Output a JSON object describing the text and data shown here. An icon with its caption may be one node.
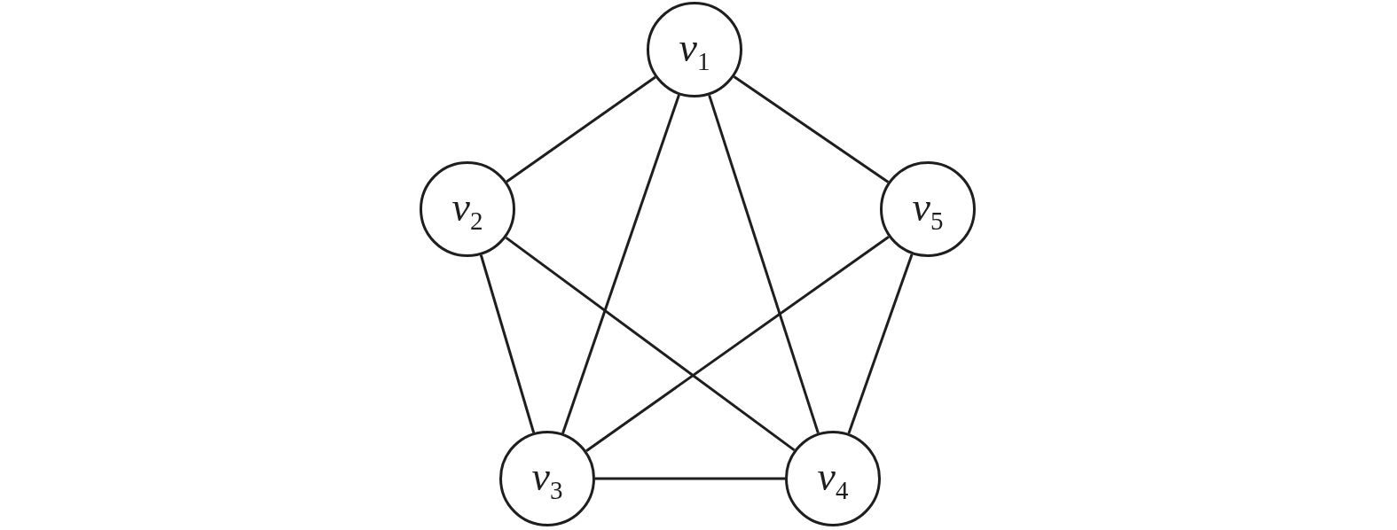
{
  "diagram": {
    "nodes": [
      {
        "text": [
          "*v*$_{1}$"
        ]
      },
      {
        "text": [
          "*v*$_{2}$"
        ]
      },
      {
        "text": [
          "*v*$_{5}$"
        ]
      },
      {
        "text": [
          "*v*$_{3}$"
        ]
      },
      {
        "text": [
          "*v*$_{4}$"
        ]
      }
    ],
    "edges": [
      {
        "from": 0,
        "to": 1,
        "arrow": "none"
      },
      {
        "from": 0,
        "to": 2,
        "arrow": "none"
      },
      {
        "from": 0,
        "to": 3,
        "arrow": "none"
      },
      {
        "from": 0,
        "to": 4,
        "arrow": "none"
      },
      {
        "from": 1,
        "to": 3,
        "arrow": "none"
      },
      {
        "from": 1,
        "to": 4,
        "arrow": "none"
      },
      {
        "from": 2,
        "to": 3,
        "arrow": "none"
      },
      {
        "from": 2,
        "to": 4,
        "arrow": "none"
      },
      {
        "from": 3,
        "to": 4,
        "arrow": "none"
      }
    ]
  }
}
